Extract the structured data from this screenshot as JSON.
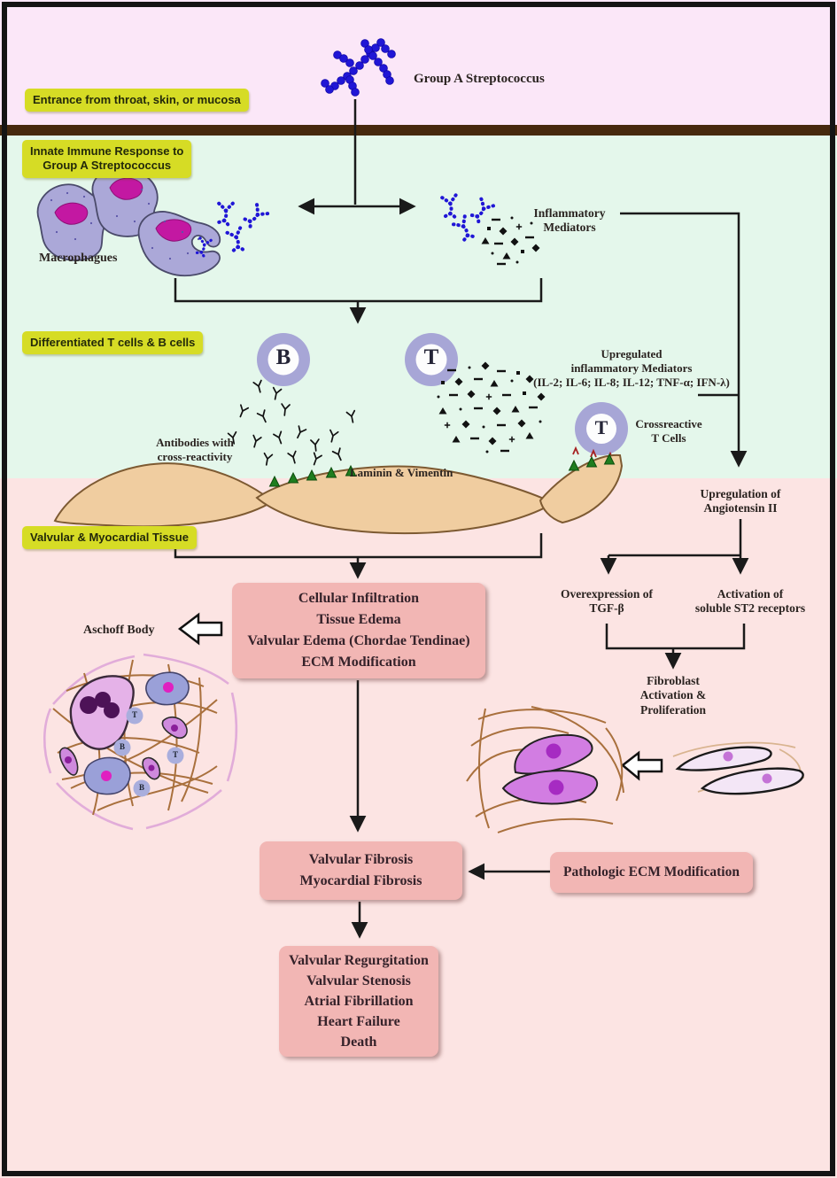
{
  "title": "Group A Streptococcus",
  "section_labels": {
    "entrance": "Entrance from throat, skin, or mucosa",
    "innate": "Innate Immune Response to\nGroup A Streptococcus",
    "differentiated": "Differentiated T cells & B cells",
    "valvular": "Valvular & Myocardial Tissue"
  },
  "annotations": {
    "macrophages": "Macrophagues",
    "inflammatory_mediators": "Inflammatory\nMediators",
    "antibodies": "Antibodies with\ncross-reactivity",
    "upregulated_mediators": "Upregulated\ninflammatory Mediators\n(IL-2; IL-6; IL-8; IL-12; TNF-α; IFN-λ)",
    "crossreactive": "Crossreactive\nT Cells",
    "laminin": "Laminin & Vimentin",
    "upregulation_ang": "Upregulation of\nAngiotensin II",
    "aschoff": "Aschoff Body",
    "tgf": "Overexpression of\nTGF-β",
    "st2": "Activation of\nsoluble ST2 receptors",
    "fibroblast": "Fibroblast\nActivation & Proliferation"
  },
  "cells": {
    "b": "B",
    "t": "T"
  },
  "boxes": {
    "infiltration": "Cellular Infiltration\nTissue Edema\nValvular Edema (Chordae Tendinae)\nECM Modification",
    "fibrosis": "Valvular Fibrosis\nMyocardial Fibrosis",
    "ecm": "Pathologic ECM Modification",
    "outcome": "Valvular Regurgitation\nValvular Stenosis\nAtrial Fibrillation\nHeart Failure\nDeath"
  },
  "colors": {
    "band_top": "#fbe7f8",
    "band_green": "#e4f7eb",
    "band_pink": "#fce4e3",
    "barrier_brown": "#46290e",
    "label_yellow": "#d6dc25",
    "box_salmon": "#f2b6b4",
    "cell_lavender": "#a7a6d6",
    "bacteria_blue": "#2016d6",
    "tissue_tan": "#f0cda0",
    "triangle_green": "#1f7d1f",
    "fiber_brown": "#a9703d",
    "fibroblast_purple": "#d27de2"
  }
}
